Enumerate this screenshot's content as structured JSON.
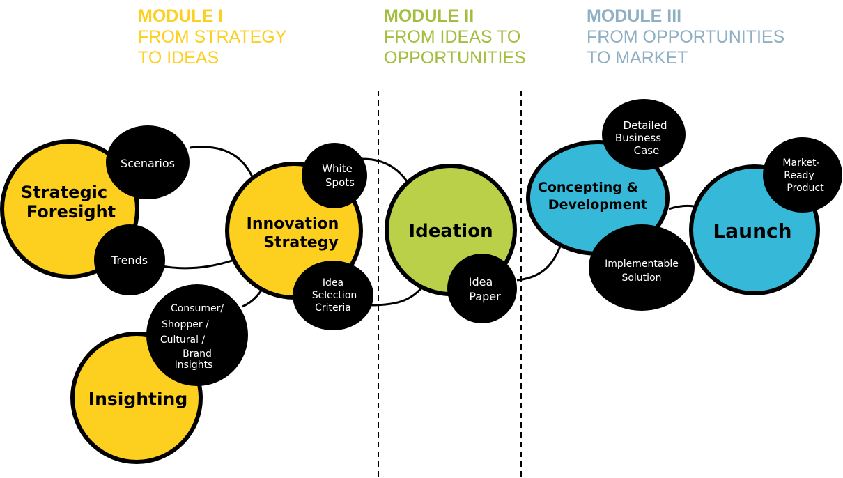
{
  "colors": {
    "module1": "#fdd01f",
    "module2": "#a3bd3f",
    "module3": "#8fafc3",
    "yellow": "#fdd01f",
    "green": "#b9d048",
    "blue": "#36b9d8",
    "black": "#000000"
  },
  "modules": [
    {
      "title": "MODULE I",
      "line1": "FROM STRATEGY",
      "line2": "TO IDEAS"
    },
    {
      "title": "MODULE II",
      "line1": "FROM IDEAS TO",
      "line2": "OPPORTUNITIES"
    },
    {
      "title": "MODULE III",
      "line1": "FROM OPPORTUNITIES",
      "line2": "TO MARKET"
    }
  ],
  "nodes": {
    "strategic_foresight": {
      "line1": "Strategic",
      "line2": "Foresight"
    },
    "innovation_strategy": {
      "line1": "Innovation",
      "line2": "Strategy"
    },
    "insighting": {
      "line1": "Insighting"
    },
    "ideation": {
      "line1": "Ideation"
    },
    "concepting": {
      "line1": "Concepting &",
      "line2": "Development"
    },
    "launch": {
      "line1": "Launch"
    }
  },
  "outputs": {
    "scenarios": {
      "line1": "Scenarios"
    },
    "trends": {
      "line1": "Trends"
    },
    "insights": {
      "line1": "Consumer/",
      "line2": "Shopper /",
      "line3": "Cultural /",
      "line4": "Brand",
      "line5": "Insights"
    },
    "white_spots": {
      "line1": "White",
      "line2": "Spots"
    },
    "criteria": {
      "line1": "Idea",
      "line2": "Selection",
      "line3": "Criteria"
    },
    "idea_paper": {
      "line1": "Idea",
      "line2": "Paper"
    },
    "business_case": {
      "line1": "Detailed",
      "line2": "Business",
      "line3": "Case"
    },
    "implementable": {
      "line1": "Implementable",
      "line2": "Solution"
    },
    "market_ready": {
      "line1": "Market-",
      "line2": "Ready",
      "line3": "Product"
    }
  }
}
